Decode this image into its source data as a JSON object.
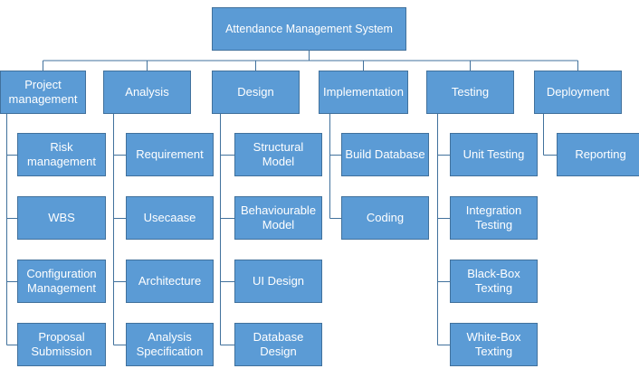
{
  "diagram": {
    "root": "Attendance Management System",
    "branches": [
      {
        "label": "Project\nmanagement",
        "children": [
          "Risk\nmanagement",
          "WBS",
          "Configuration\nManagement",
          "Proposal\nSubmission"
        ]
      },
      {
        "label": "Analysis",
        "children": [
          "Requirement",
          "Usecaase",
          "Architecture",
          "Analysis\nSpecification"
        ]
      },
      {
        "label": "Design",
        "children": [
          "Structural\nModel",
          "Behaviourable\nModel",
          "UI Design",
          "Database\nDesign"
        ]
      },
      {
        "label": "Implementation",
        "children": [
          "Build Database",
          "Coding"
        ]
      },
      {
        "label": "Testing",
        "children": [
          "Unit Testing",
          "Integration\nTesting",
          "Black-Box\nTexting",
          "White-Box\nTexting"
        ]
      },
      {
        "label": "Deployment",
        "children": [
          "Reporting"
        ]
      }
    ]
  },
  "colors": {
    "node_fill": "#5b9bd5",
    "node_border": "#41719c",
    "connector": "#41719c",
    "text": "#ffffff"
  }
}
